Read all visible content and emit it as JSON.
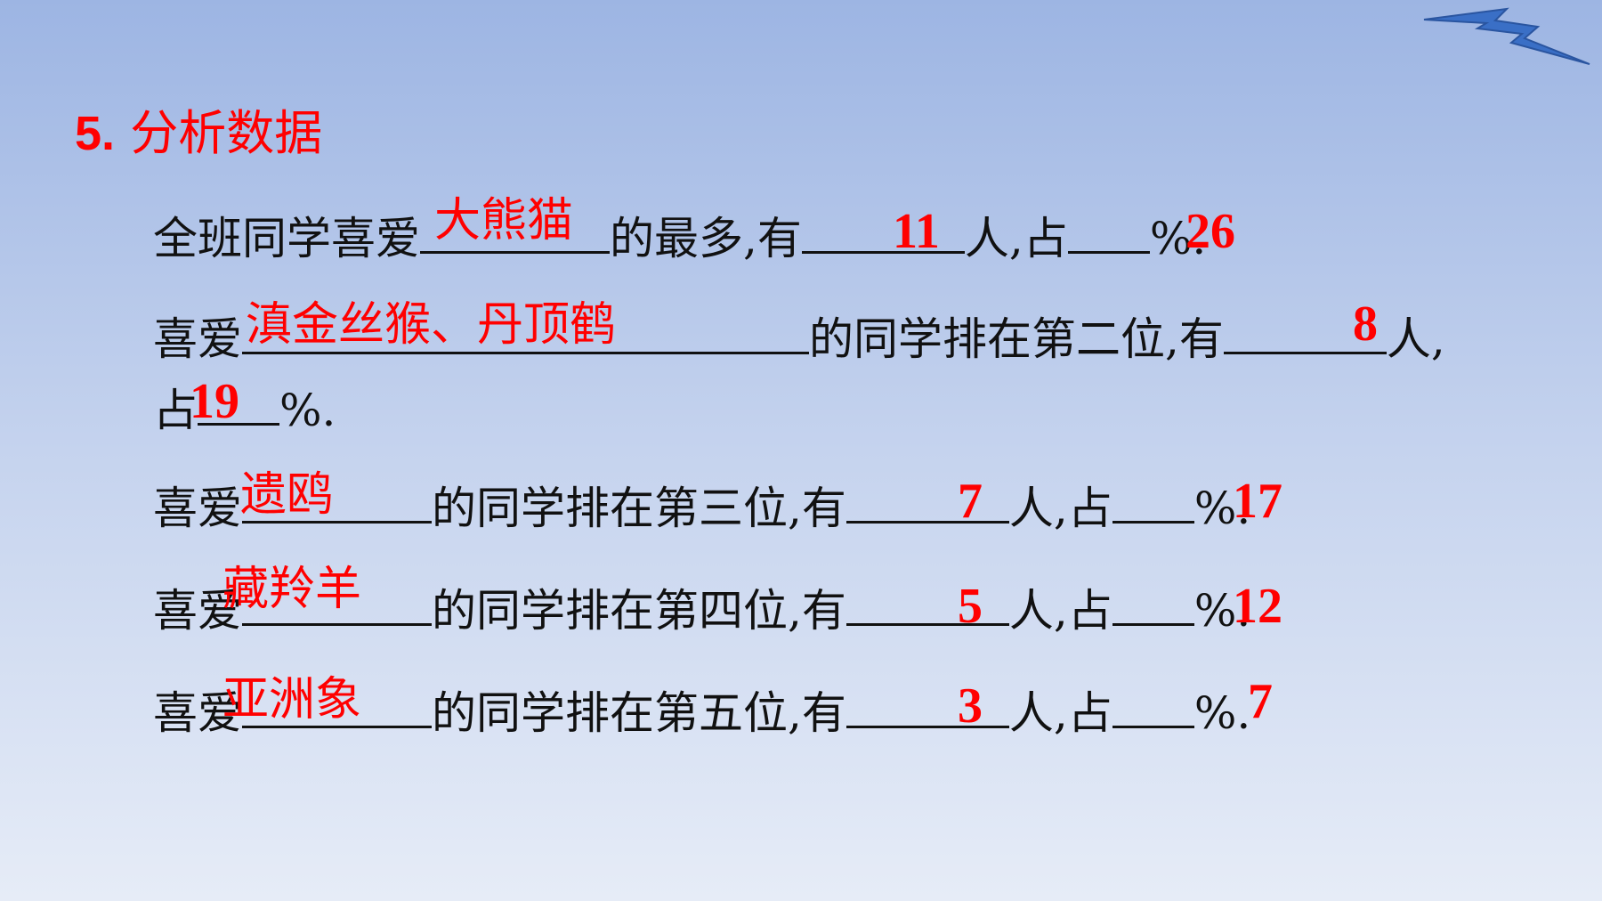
{
  "heading": {
    "number": "5.",
    "title": "分析数据"
  },
  "sentences": [
    {
      "prefix": "全班同学喜爱",
      "middle": "的最多,",
      "you": "有",
      "ren": "人,",
      "zhan": "占",
      "pct": "%."
    },
    {
      "prefix": "喜爱",
      "middle": "的同学排在第二位,",
      "you": "有",
      "ren": "人,",
      "zhan": "占",
      "pct": "%."
    },
    {
      "prefix": "喜爱",
      "middle": "的同学排在第三位,",
      "you": "有",
      "ren": "人,",
      "zhan": "占",
      "pct": "%."
    },
    {
      "prefix": "喜爱",
      "middle": "的同学排在第四位,",
      "you": "有",
      "ren": "人,",
      "zhan": "占",
      "pct": "%."
    },
    {
      "prefix": "喜爱",
      "middle": "的同学排在第五位,",
      "you": "有",
      "ren": "人,",
      "zhan": "占",
      "pct": "%."
    }
  ],
  "answers": [
    {
      "animal": "大熊猫",
      "count": "11",
      "percent": "26"
    },
    {
      "animal": "滇金丝猴、丹顶鹤",
      "count": "8",
      "percent": "19"
    },
    {
      "animal": "遗鸥",
      "count": "7",
      "percent": "17"
    },
    {
      "animal": "藏羚羊",
      "count": "5",
      "percent": "12"
    },
    {
      "animal": "亚洲象",
      "count": "3",
      "percent": "7"
    }
  ],
  "colors": {
    "answer": "#ff0000",
    "text": "#111111",
    "background_top": "#9db5e3",
    "background_bottom": "#e6ecf7",
    "decoration": "#3a6fc6"
  },
  "decoration_icon": "lightning-bolt-icon"
}
